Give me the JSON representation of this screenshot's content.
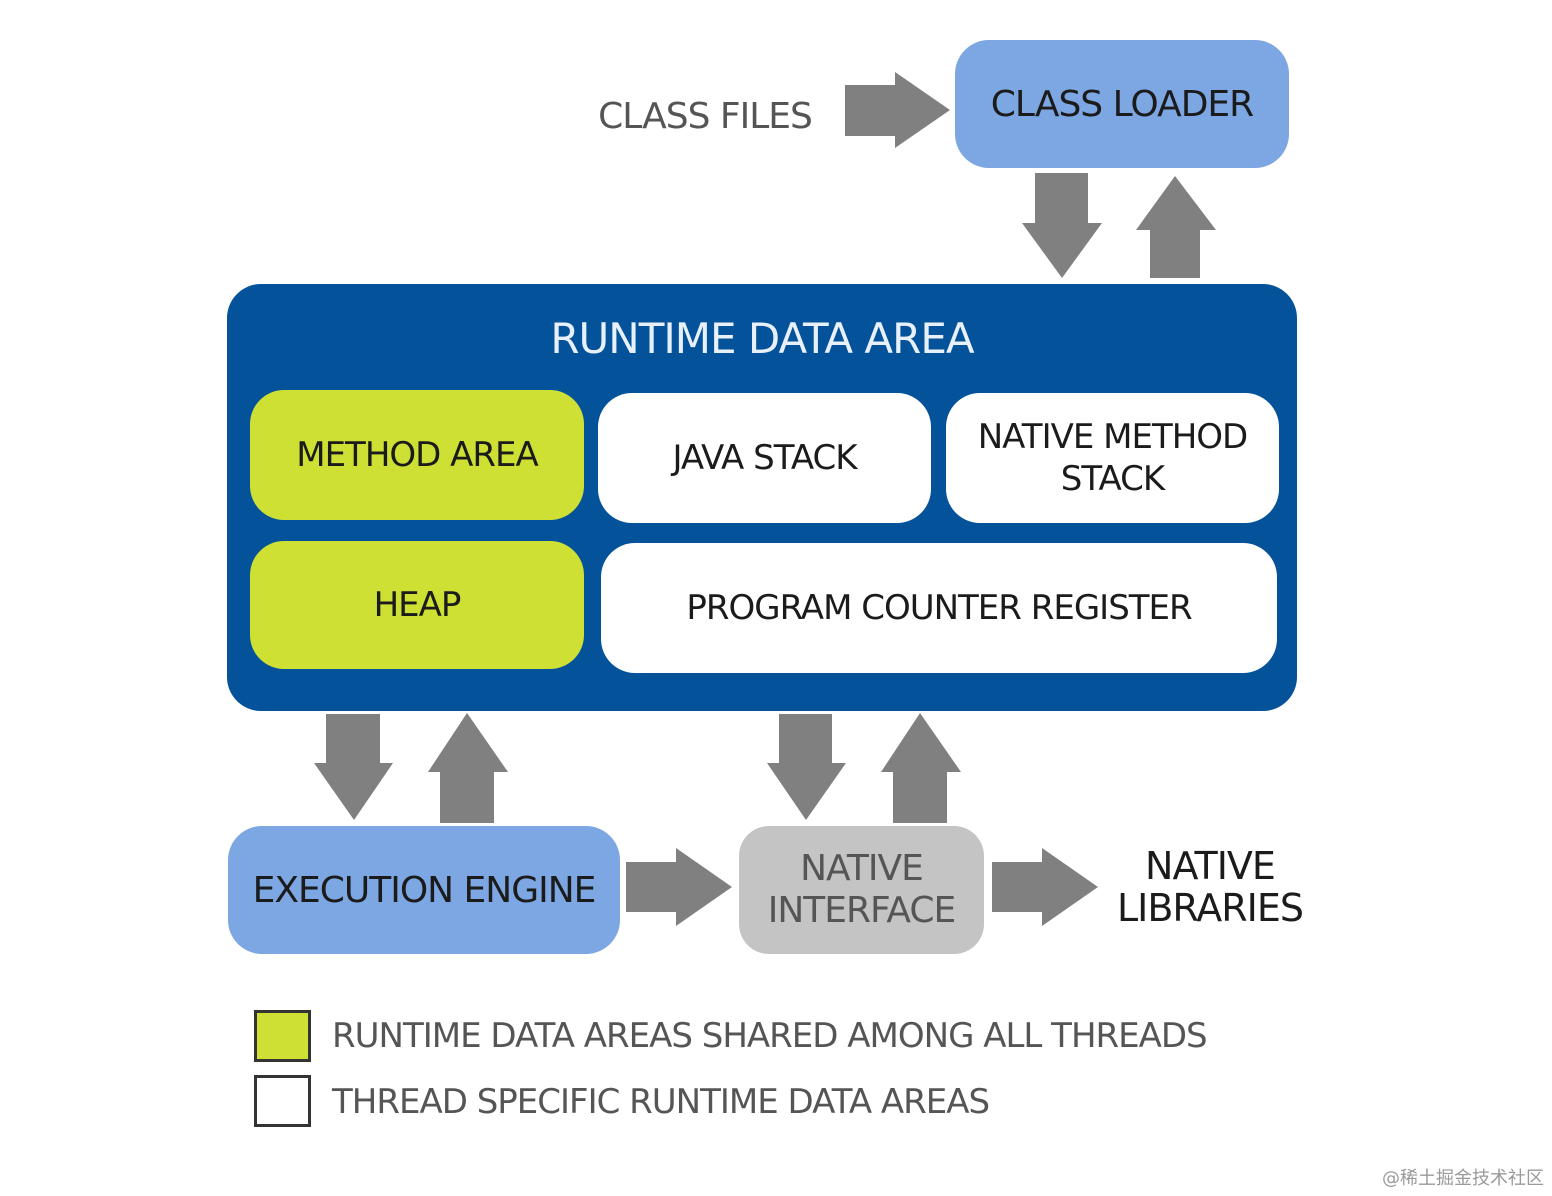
{
  "inputs": {
    "class_files": "CLASS FILES"
  },
  "class_loader": {
    "label": "CLASS LOADER",
    "color": "#7da7e3"
  },
  "runtime_data_area": {
    "title": "RUNTIME DATA AREA",
    "color": "#03529a",
    "method_area": "METHOD AREA",
    "java_stack": "JAVA STACK",
    "native_method_stack": [
      "NATIVE METHOD",
      "STACK"
    ],
    "heap": "HEAP",
    "program_counter_register": "PROGRAM COUNTER REGISTER"
  },
  "execution_engine": {
    "label": "EXECUTION ENGINE",
    "color": "#7da7e3"
  },
  "native_interface": {
    "lines": [
      "NATIVE",
      "INTERFACE"
    ],
    "color": "#c4c4c4"
  },
  "native_libraries": {
    "lines": [
      "NATIVE",
      "LIBRARIES"
    ]
  },
  "legend": {
    "shared": {
      "label": "RUNTIME DATA AREAS SHARED AMONG ALL THREADS",
      "color": "#cde033"
    },
    "thread_specific": {
      "label": "THREAD SPECIFIC RUNTIME DATA AREAS",
      "color": "#ffffff"
    }
  },
  "colors": {
    "arrow": "#808080",
    "shared_area": "#cde033",
    "thread_area": "#ffffff"
  },
  "watermark": "@稀土掘金技术社区"
}
